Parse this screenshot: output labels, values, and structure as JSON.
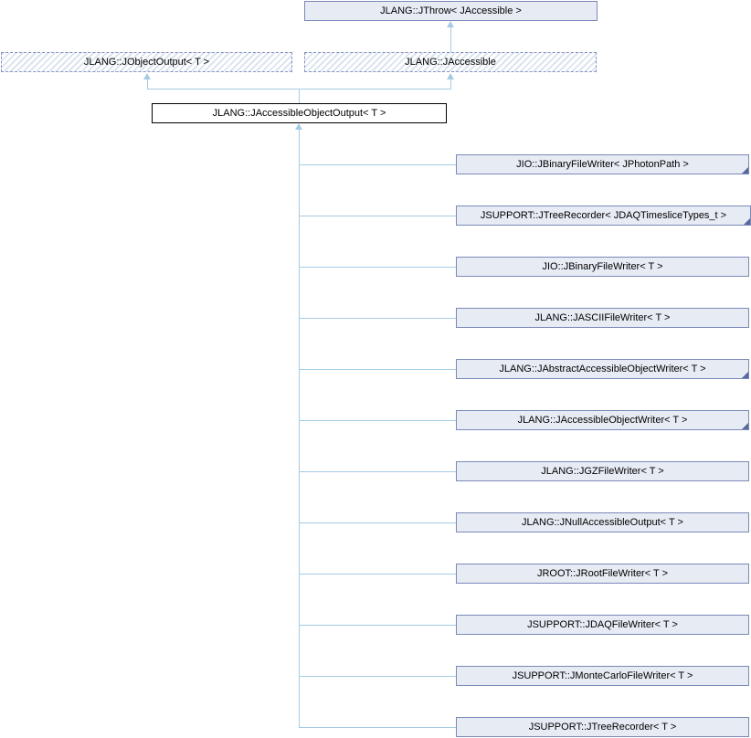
{
  "diagram": {
    "type": "class-inheritance-graph",
    "colors": {
      "background": "#ffffff",
      "node_fill": "#e7ebf4",
      "node_border": "#7b89b8",
      "hatch_border": "#8693c1",
      "hatch_stripe": "#dce4f0",
      "current_border": "#000000",
      "edge_line": "#a5cbe4",
      "fold": "#56689c",
      "text": "#000000"
    },
    "nodes": {
      "base_top": {
        "label": "JLANG::JThrow< JAccessible >"
      },
      "base_left": {
        "label": "JLANG::JObjectOutput< T >"
      },
      "base_right": {
        "label": "JLANG::JAccessible"
      },
      "current": {
        "label": "JLANG::JAccessibleObjectOutput< T >"
      },
      "derived": [
        {
          "label": "JIO::JBinaryFileWriter< JPhotonPath >",
          "has_subclasses": true
        },
        {
          "label": "JSUPPORT::JTreeRecorder< JDAQTimesliceTypes_t >",
          "has_subclasses": true
        },
        {
          "label": "JIO::JBinaryFileWriter< T >",
          "has_subclasses": false
        },
        {
          "label": "JLANG::JASCIIFileWriter< T >",
          "has_subclasses": false
        },
        {
          "label": "JLANG::JAbstractAccessibleObjectWriter< T >",
          "has_subclasses": true
        },
        {
          "label": "JLANG::JAccessibleObjectWriter< T >",
          "has_subclasses": true
        },
        {
          "label": "JLANG::JGZFileWriter< T >",
          "has_subclasses": false
        },
        {
          "label": "JLANG::JNullAccessibleOutput< T >",
          "has_subclasses": false
        },
        {
          "label": "JROOT::JRootFileWriter< T >",
          "has_subclasses": false
        },
        {
          "label": "JSUPPORT::JDAQFileWriter< T >",
          "has_subclasses": false
        },
        {
          "label": "JSUPPORT::JMonteCarloFileWriter< T >",
          "has_subclasses": false
        },
        {
          "label": "JSUPPORT::JTreeRecorder< T >",
          "has_subclasses": false
        }
      ]
    }
  }
}
